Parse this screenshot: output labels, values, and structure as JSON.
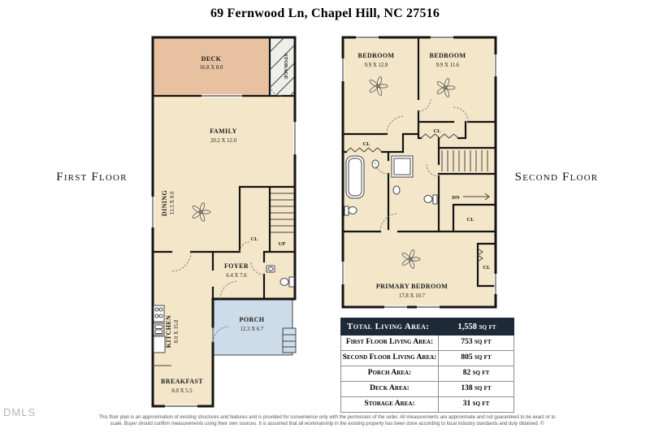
{
  "title": "69 Fernwood Ln, Chapel Hill, NC 27516",
  "labels": {
    "first_floor": "First Floor",
    "second_floor": "Second Floor"
  },
  "first_floor": {
    "deck": {
      "name": "DECK",
      "dims": "16.8 X 8.0"
    },
    "storage": {
      "name": "STORAGE"
    },
    "family": {
      "name": "FAMILY",
      "dims": "20.2 X 12.0"
    },
    "dining": {
      "name": "DINING",
      "dims": "13.3 X 8.0"
    },
    "foyer": {
      "name": "FOYER",
      "dims": "6.4 X 7.6"
    },
    "kitchen": {
      "name": "KITCHEN",
      "dims": "8.0 X 15.8"
    },
    "porch": {
      "name": "PORCH",
      "dims": "12.3 X 6.7"
    },
    "breakfast": {
      "name": "BREAKFAST",
      "dims": "8.0 X 5.5"
    },
    "closet": "CL",
    "up": "UP"
  },
  "second_floor": {
    "bedroom1": {
      "name": "BEDROOM",
      "dims": "9.9 X 12.8"
    },
    "bedroom2": {
      "name": "BEDROOM",
      "dims": "9.9 X 11.6"
    },
    "primary": {
      "name": "PRIMARY BEDROOM",
      "dims": "17.8 X 10.7"
    },
    "closet": "CL",
    "down": "DN"
  },
  "area_table": {
    "header_label": "Total Living Area:",
    "header_value": "1,558 sq ft",
    "rows": [
      {
        "label": "First Floor Living Area:",
        "value": "753 sq ft"
      },
      {
        "label": "Second Floor Living Area:",
        "value": "805 sq ft"
      },
      {
        "label": "Porch Area:",
        "value": "82 sq ft"
      },
      {
        "label": "Deck Area:",
        "value": "138 sq ft"
      },
      {
        "label": "Storage Area:",
        "value": "31 sq ft"
      }
    ]
  },
  "footer": {
    "watermark": "DMLS",
    "disclaimer_line1": "This floor plan is an approximation of existing structures and features and is provided for convenience only with the permission of the seller. All measurements are approximate and not guaranteed to be exact or to",
    "disclaimer_line2": "scale. Buyer should confirm measurements using their own sources. It is assumed that all workmanship in the existing property has been done according to local industry standards and duly obtained. ©"
  },
  "colors": {
    "floor_fill": "#f4e6c9",
    "deck_fill": "#e8c1a1",
    "porch_fill": "#ccdce8",
    "wall": "#141414",
    "table_header_bg": "#1d2936"
  }
}
